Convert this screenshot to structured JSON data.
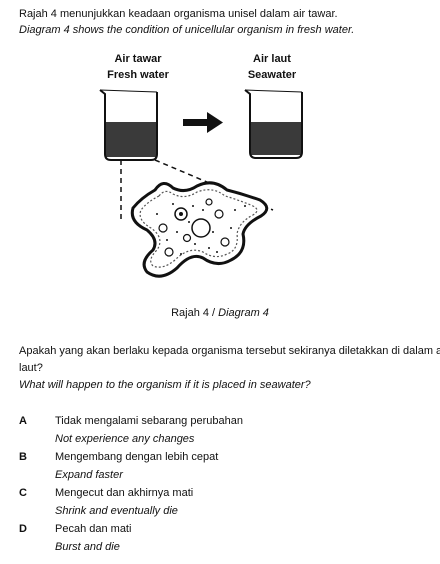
{
  "intro": {
    "malay": "Rajah 4 menunjukkan keadaan organisma unisel dalam air tawar.",
    "english": "Diagram 4 shows the condition of unicellular organism in fresh water."
  },
  "figure": {
    "left_label_malay": "Air tawar",
    "left_label_english": "Fresh water",
    "right_label_malay": "Air laut",
    "right_label_english": "Seawater",
    "caption_malay": "Rajah 4 / ",
    "caption_english": "Diagram 4"
  },
  "question": {
    "malay_line1": "Apakah yang akan berlaku kepada organisma tersebut sekiranya diletakkan di dalam air",
    "malay_line2": "laut?",
    "english": "What will happen to the organism if it is placed in seawater?"
  },
  "options": [
    {
      "letter": "A",
      "malay": "Tidak mengalami sebarang perubahan",
      "english": "Not experience any changes"
    },
    {
      "letter": "B",
      "malay": "Mengembang dengan lebih cepat",
      "english": "Expand faster"
    },
    {
      "letter": "C",
      "malay": "Mengecut dan akhirnya mati",
      "english": "Shrink and eventually die"
    },
    {
      "letter": "D",
      "malay": "Pecah dan mati",
      "english": "Burst and die"
    }
  ]
}
